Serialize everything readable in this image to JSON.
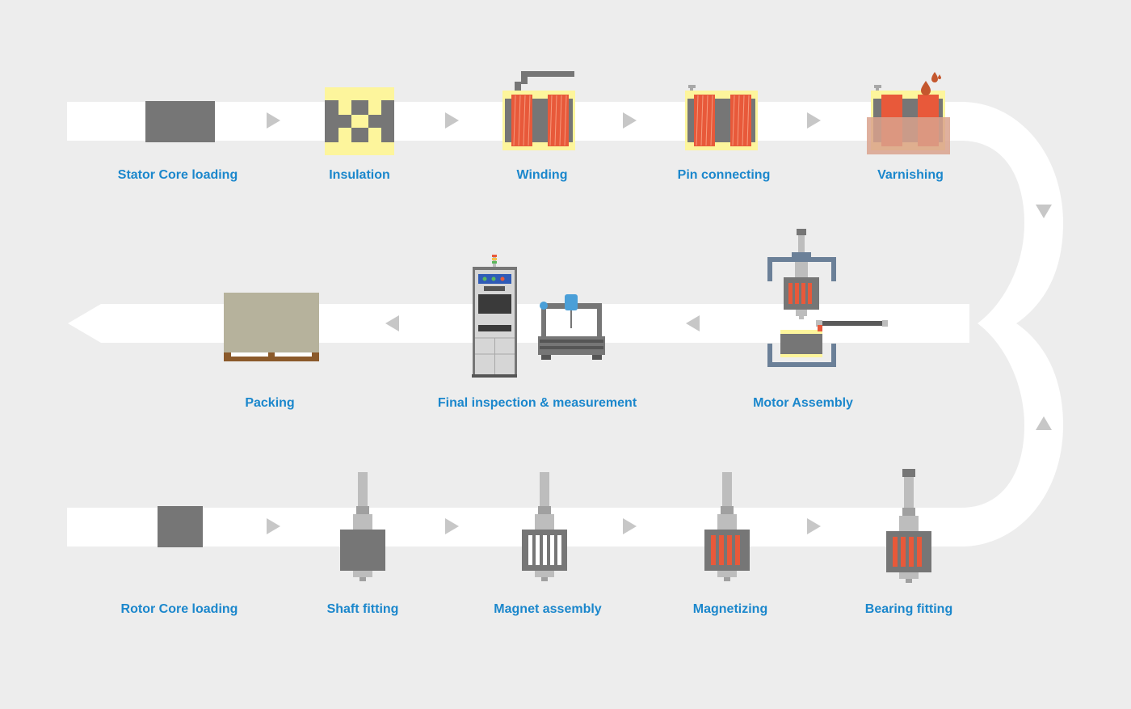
{
  "colors": {
    "background": "#ededed",
    "conveyor": "#ffffff",
    "arrow": "#c7c7c7",
    "label": "#1b87cc",
    "steel": "#767676",
    "insulation": "#fdf59c",
    "copper": "#e8593a",
    "varnish": "#d9a28d",
    "frame": "#6b8098",
    "pallet_box": "#b6b29c",
    "pallet_wood": "#8b5a2b",
    "probe": "#4a9fd8"
  },
  "stator_line": {
    "stations": [
      {
        "id": "stator-core-loading",
        "label": "Stator Core loading",
        "icon": "gray-block-icon"
      },
      {
        "id": "insulation",
        "label": "Insulation",
        "icon": "insulated-core-icon"
      },
      {
        "id": "winding",
        "label": "Winding",
        "icon": "winding-machine-icon"
      },
      {
        "id": "pin-connecting",
        "label": "Pin connecting",
        "icon": "pin-connector-icon"
      },
      {
        "id": "varnishing",
        "label": "Varnishing",
        "icon": "varnish-dip-icon"
      }
    ]
  },
  "assembly_line": {
    "stations": [
      {
        "id": "motor-assembly",
        "label": "Motor Assembly",
        "icon": "press-assembly-icon"
      },
      {
        "id": "final-inspection",
        "label": "Final inspection & measurement",
        "icon": "inspection-station-icon"
      },
      {
        "id": "packing",
        "label": "Packing",
        "icon": "pallet-box-icon"
      }
    ]
  },
  "rotor_line": {
    "stations": [
      {
        "id": "rotor-core-loading",
        "label": "Rotor Core loading",
        "icon": "gray-block-icon"
      },
      {
        "id": "shaft-fitting",
        "label": "Shaft fitting",
        "icon": "shaft-rotor-icon"
      },
      {
        "id": "magnet-assembly",
        "label": "Magnet assembly",
        "icon": "magnet-slots-icon"
      },
      {
        "id": "magnetizing",
        "label": "Magnetizing",
        "icon": "magnetized-rotor-icon"
      },
      {
        "id": "bearing-fitting",
        "label": "Bearing fitting",
        "icon": "bearing-rotor-icon"
      }
    ]
  }
}
